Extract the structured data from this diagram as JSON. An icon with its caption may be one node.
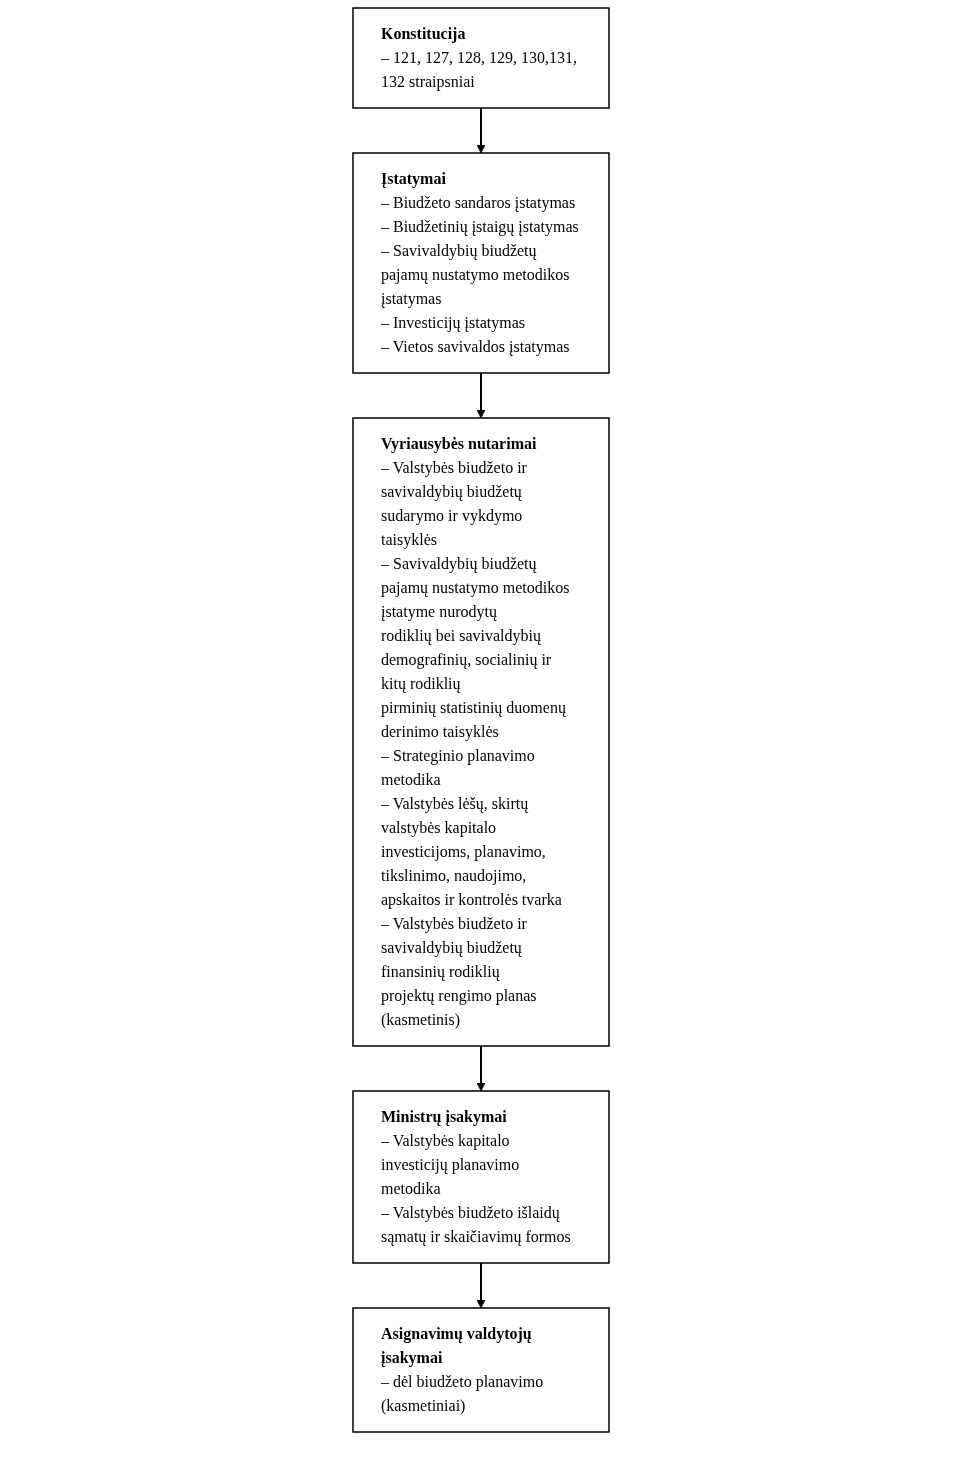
{
  "diagram": {
    "nodes": [
      {
        "text": [
          "Konstitucija",
          "– 121, 127, 128, 129, 130,131, 132 straipsniai"
        ]
      },
      {
        "text": [
          "Įstatymai",
          "– Biudžeto sandaros įstatymas",
          "– Biudžetinių įstaigų įstatymas",
          "– Savivaldybių biudžetų pajamų nustatymo metodikos įstatymas",
          "– Investicijų įstatymas",
          "– Vietos savivaldos įstatymas"
        ]
      },
      {
        "text": [
          "Vyriausybės nutarimai",
          "– Valstybės biudžeto ir savivaldybių biudžetų sudarymo ir vykdymo taisyklės",
          "– Savivaldybių biudžetų pajamų nustatymo metodikos įstatyme nurodytų rodiklių bei savivaldybių demografinių, socialinių ir kitų rodiklių pirminių statistinių duomenų derinimo taisyklės",
          "– Strateginio planavimo metodika",
          "– Valstybės lėšų, skirtų valstybės kapitalo investicijoms, planavimo, tikslinimo, naudojimo, apskaitos ir kontrolės tvarka",
          "– Valstybės biudžeto ir savivaldybių biudžetų finansinių rodiklių projektų rengimo planas (kasmetinis)"
        ]
      },
      {
        "text": [
          "Ministrų įsakymai",
          "– Valstybės kapitalo investicijų planavimo metodika",
          "– Valstybės biudžeto išlaidų sąmatų ir skaičiavimų formos"
        ]
      },
      {
        "text": [
          "Asignavimų valdytojų įsakymai",
          "– dėl biudžeto planavimo (kasmetiniai)"
        ]
      }
    ],
    "edges": [
      {
        "from": 0,
        "to": 1,
        "arrow": "to"
      },
      {
        "from": 1,
        "to": 2,
        "arrow": "to"
      },
      {
        "from": 2,
        "to": 3,
        "arrow": "to"
      },
      {
        "from": 3,
        "to": 4,
        "arrow": "to"
      }
    ]
  }
}
